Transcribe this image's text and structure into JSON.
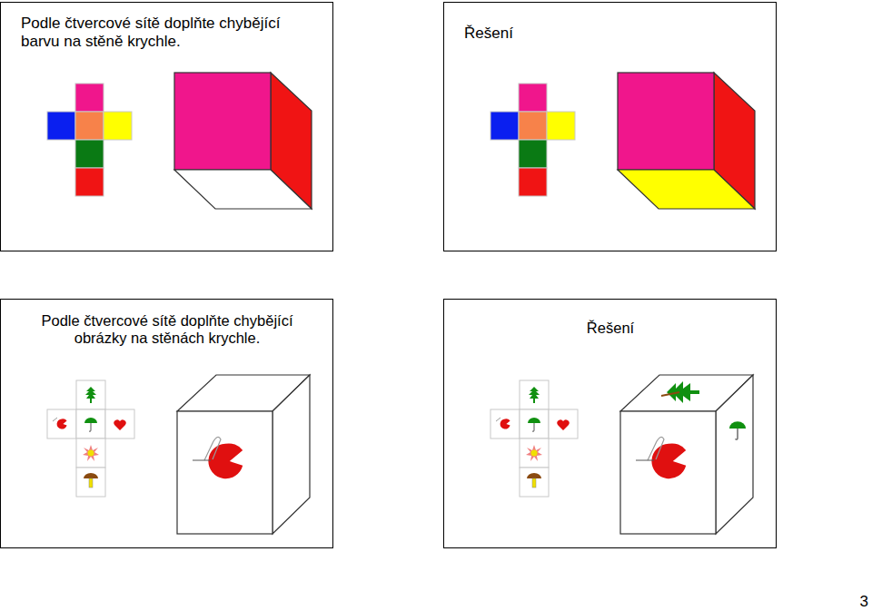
{
  "diagram": {
    "nodes": [
      {
        "text": [
          "Podle čtvercové sítě doplňte chybějící barvu na stěně krychle."
        ]
      },
      {
        "text": [
          "Řešení"
        ]
      },
      {
        "text": [
          "Podle čtvercové sítě doplňte chybějící obrázky na stěnách krychle."
        ]
      },
      {
        "text": [
          "Řešení"
        ]
      }
    ],
    "labels": [
      "3"
    ]
  }
}
